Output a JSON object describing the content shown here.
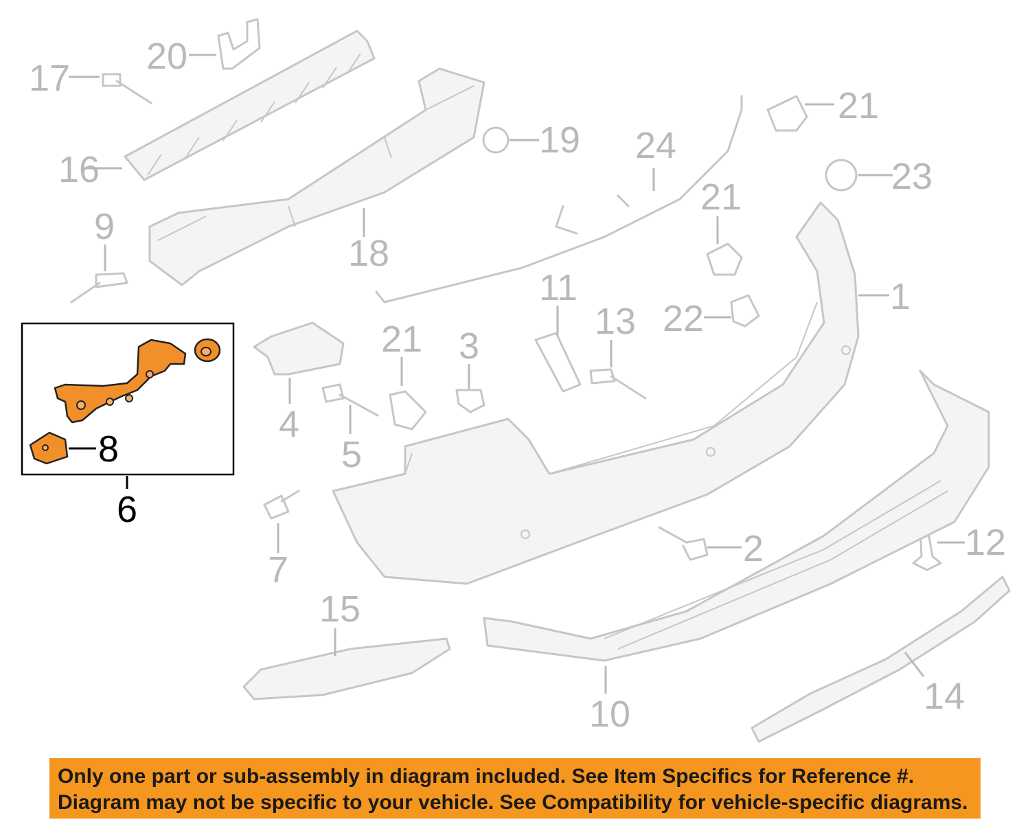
{
  "callouts": {
    "c1": "1",
    "c2": "2",
    "c3": "3",
    "c4": "4",
    "c5": "5",
    "c6": "6",
    "c7": "7",
    "c8": "8",
    "c9": "9",
    "c10": "10",
    "c11": "11",
    "c12": "12",
    "c13": "13",
    "c14": "14",
    "c15": "15",
    "c16": "16",
    "c17": "17",
    "c18": "18",
    "c19": "19",
    "c20": "20",
    "c21a": "21",
    "c21b": "21",
    "c21c": "21",
    "c22": "22",
    "c23": "23",
    "c24": "24"
  },
  "highlighted_assembly": "6",
  "colors": {
    "highlight": "#f1902a",
    "notice_background": "#f5961f",
    "line_art": "#c6c6c6"
  },
  "notice": {
    "line1": "Only one part or sub-assembly in diagram included. See Item Specifics for Reference #.",
    "line2": "Diagram may not be specific to your vehicle. See Compatibility for vehicle-specific diagrams."
  }
}
